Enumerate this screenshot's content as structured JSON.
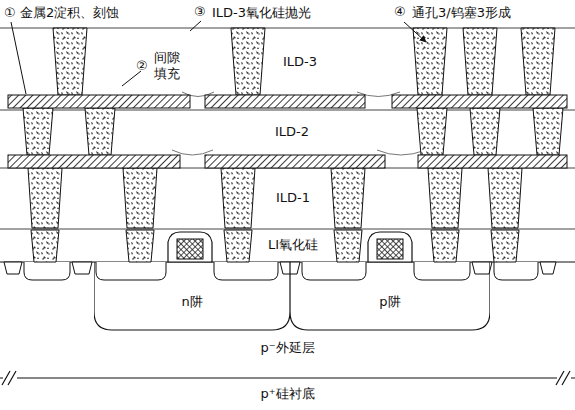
{
  "diagram": {
    "nodes": [
      {
        "text": [
          "p⁻外延层"
        ]
      },
      {
        "text": [
          "n阱"
        ],
        "in": 0
      },
      {
        "text": [
          "p阱"
        ],
        "in": 0
      },
      {
        "text": [
          "p⁺硅衬底"
        ]
      }
    ],
    "labels": [
      "①",
      "金属2淀积、刻蚀",
      "②",
      "间隙 填充",
      "③",
      "ILD-3氧化硅抛光",
      "④",
      "通孔3/钨塞3形成",
      "ILD-3",
      "ILD-2",
      "ILD-1",
      "LI氧化硅"
    ]
  }
}
